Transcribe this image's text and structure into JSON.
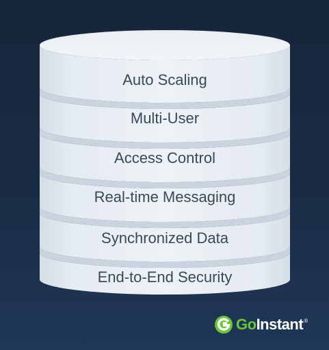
{
  "stack": {
    "layers": [
      {
        "label": "Auto Scaling"
      },
      {
        "label": "Multi-User"
      },
      {
        "label": "Access Control"
      },
      {
        "label": "Real-time Messaging"
      },
      {
        "label": "Synchronized Data"
      },
      {
        "label": "End-to-End Security"
      }
    ]
  },
  "logo": {
    "prefix": "Go",
    "suffix": "Instant",
    "registered": "®"
  },
  "colors": {
    "background_top": "#17253a",
    "background_bottom": "#1f3757",
    "disk_face": "#e6edf2",
    "disk_separator": "#cfd9e2",
    "label_text": "#3b4858",
    "brand_green": "#6cc43a"
  }
}
